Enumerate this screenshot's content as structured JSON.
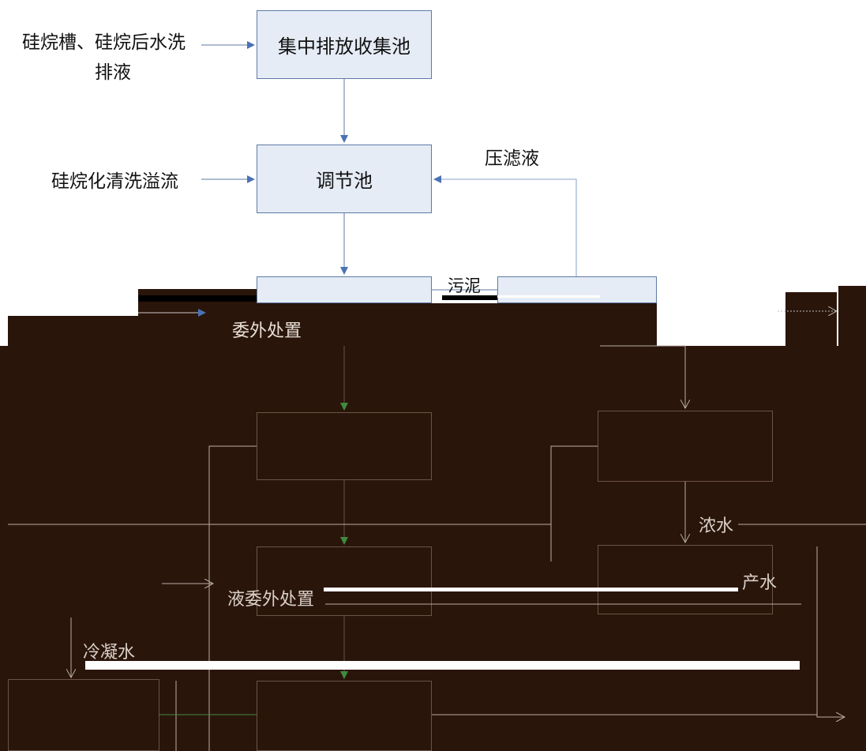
{
  "nodes": {
    "collect_pool": "集中排放收集池",
    "adjust_pool": "调节池"
  },
  "inputs": {
    "silane_tank_line1": "硅烷槽、硅烷后水洗",
    "silane_tank_line2": "排液",
    "silane_overflow": "硅烷化清洗溢流"
  },
  "labels": {
    "filtrate": "压滤液",
    "sludge": "污泥",
    "outsource": "委外处置",
    "concentrate": "浓水",
    "product_water": "产水",
    "condensate": "冷凝水",
    "outsource_2": "液委外处置"
  },
  "colors": {
    "box_fill": "#e6ecf6",
    "box_border": "#5d7aa6",
    "arrow": "#4a72b5",
    "corruption": "#2a150b"
  }
}
